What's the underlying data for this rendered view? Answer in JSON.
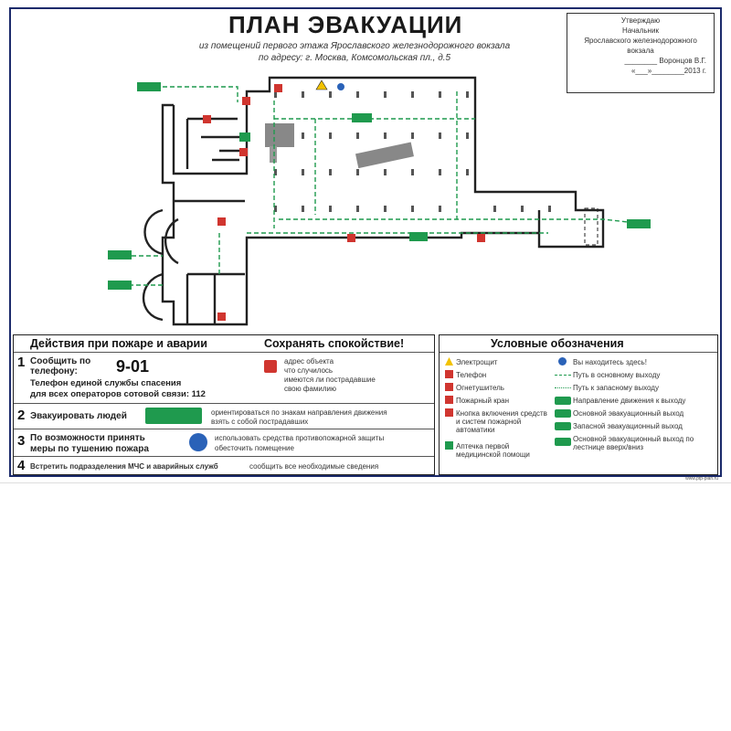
{
  "header": {
    "title": "ПЛАН ЭВАКУАЦИИ",
    "subtitle_line1": "из помещений первого этажа Ярославского железнодорожного вокзала",
    "subtitle_line2": "по адресу: г. Москва, Комсомольская пл., д.5"
  },
  "approval": {
    "line1": "Утверждаю",
    "line2": "Начальник",
    "line3": "Ярославского железнодорожного",
    "line4": "вокзала",
    "signature": "________ Воронцов В.Г.",
    "date": "«___»________2013 г."
  },
  "actions": {
    "heading_left": "Действия при пожаре и аварии",
    "heading_right": "Сохранять спокойствие!",
    "step1": {
      "num": "1",
      "label": "Сообщить по телефону:",
      "phone": "9-01",
      "unified_line1": "Телефон единой службы спасения",
      "unified_line2": "для всех операторов сотовой связи: 112",
      "bullets": [
        "адрес объекта",
        "что случилось",
        "имеются ли пострадавшие",
        "свою фамилию"
      ]
    },
    "step2": {
      "num": "2",
      "label": "Эвакуировать людей",
      "bullets": [
        "ориентироваться по знакам направления движения",
        "взять с собой пострадавших"
      ]
    },
    "step3": {
      "num": "3",
      "label_line1": "По возможности принять",
      "label_line2": "меры по тушению пожара",
      "bullets": [
        "использовать средства противопожарной защиты",
        "обесточить помещение"
      ]
    },
    "step4": {
      "num": "4",
      "label": "Встретить подразделения МЧС и аварийных служб",
      "bullet": "сообщить все необходимые сведения"
    }
  },
  "legend": {
    "heading": "Условные обозначения",
    "left": [
      "Электрощит",
      "Телефон",
      "Огнетушитель",
      "Пожарный кран",
      "Кнопка включения средств и систем пожарной автоматики",
      "Аптечка первой медицинской помощи"
    ],
    "right": [
      "Вы находитесь здесь!",
      "Путь в основному выходу",
      "Путь к запасному выходу",
      "Направление движения к выходу",
      "Основной эвакуационный выход",
      "Запасной эвакуационный выход",
      "Основной эвакуационный выход по лестнице вверх/вниз"
    ]
  },
  "colors": {
    "frame": "#1b2a6b",
    "exit_green": "#1f9a4e",
    "fire_red": "#d0352f",
    "warning_yellow": "#f2c200",
    "here_blue": "#2a62b8"
  },
  "footer_tiny": "www.ptp-plan.ru"
}
